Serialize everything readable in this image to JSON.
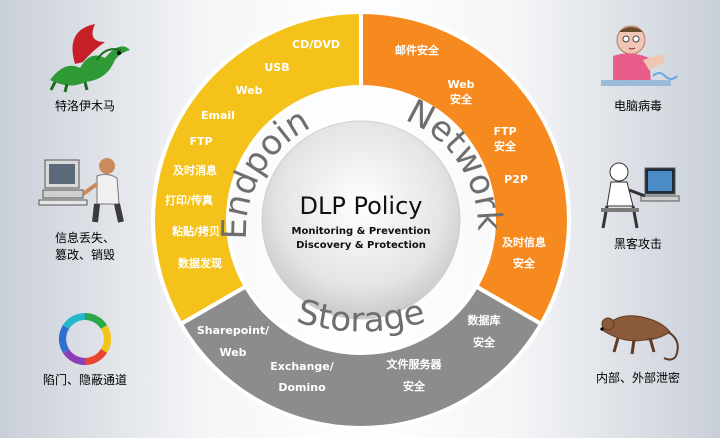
{
  "center": {
    "title": "DLP Policy",
    "line1": "Monitoring & Prevention",
    "line2": "Discovery & Protection"
  },
  "segments": {
    "endpoint": {
      "label": "Endpoint",
      "color": "#f5c21b",
      "items": [
        "CD/DVD",
        "USB",
        "Web",
        "Email",
        "FTP",
        "及时消息",
        "打印/传真",
        "粘贴/拷贝",
        "数据发现"
      ]
    },
    "network": {
      "label": "Network",
      "color": "#f78a1f",
      "items": [
        [
          "邮件安全"
        ],
        [
          "Web",
          "安全"
        ],
        [
          "FTP",
          "安全"
        ],
        [
          "P2P"
        ],
        [
          "及时信息",
          "安全"
        ]
      ]
    },
    "storage": {
      "label": "Storage",
      "color": "#8c8c8c",
      "items": [
        [
          "Sharepoint/",
          "Web"
        ],
        [
          "Exchange/",
          "Domino"
        ],
        [
          "文件服务器",
          "安全"
        ],
        [
          "数据库",
          "安全"
        ]
      ]
    }
  },
  "threats": {
    "left": [
      {
        "icon": "dragon-icon",
        "lines": [
          "特洛伊木马"
        ]
      },
      {
        "icon": "computer-user-icon",
        "lines": [
          "信息丢失、",
          "篡改、销毁"
        ]
      },
      {
        "icon": "recycle-arrows-icon",
        "lines": [
          "陷门、隐蔽通道"
        ]
      }
    ],
    "right": [
      {
        "icon": "sick-person-icon",
        "lines": [
          "电脑病毒"
        ]
      },
      {
        "icon": "hacker-icon",
        "lines": [
          "黑客攻击"
        ]
      },
      {
        "icon": "rat-icon",
        "lines": [
          "内部、外部泄密"
        ]
      }
    ]
  }
}
